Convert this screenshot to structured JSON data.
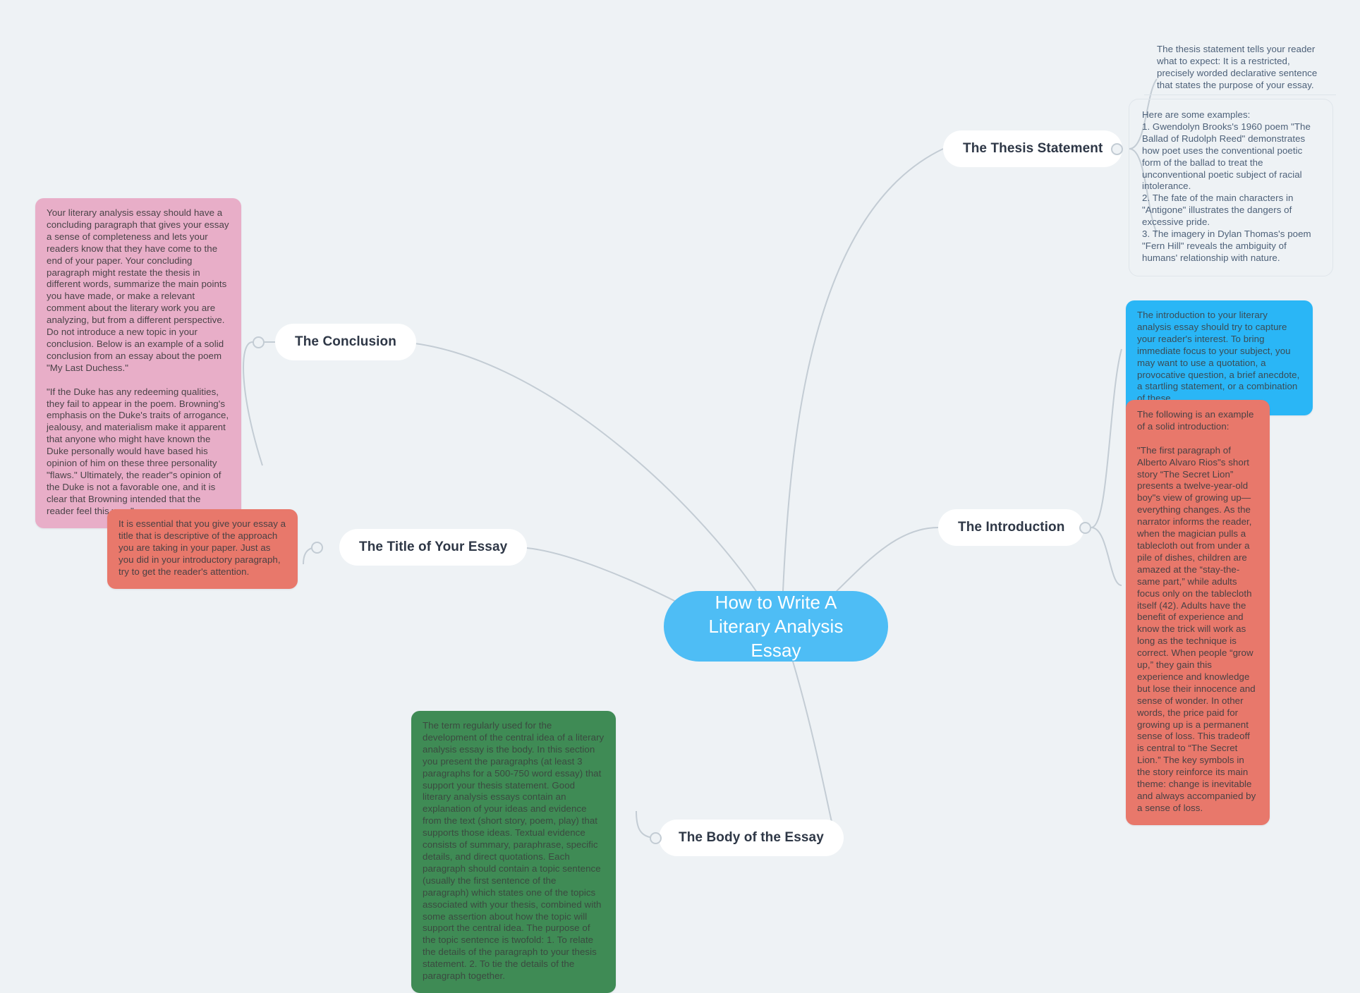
{
  "canvas": {
    "background_color": "#eef2f5",
    "connector_color": "#c3ccd4"
  },
  "root": {
    "label": "How to Write A Literary Analysis Essay",
    "color": "#4ebdf5",
    "text_color": "#ffffff"
  },
  "topics": [
    {
      "id": "thesis",
      "label": "The Thesis Statement"
    },
    {
      "id": "conclusion",
      "label": "The Conclusion"
    },
    {
      "id": "title",
      "label": "The Title of Your Essay"
    },
    {
      "id": "introduction",
      "label": "The Introduction"
    },
    {
      "id": "body",
      "label": "The Body of the Essay"
    }
  ],
  "notes": {
    "thesis_definition": {
      "style": "plain",
      "text": "The thesis statement tells your reader what to expect: It is a restricted, precisely worded declarative sentence that states the purpose of your essay."
    },
    "thesis_examples": {
      "style": "plain-bordered",
      "text": "Here are some examples:\n1. Gwendolyn Brooks's 1960 poem \"The Ballad of Rudolph Reed\" demonstrates how poet uses the conventional poetic form of the ballad to treat the unconventional poetic subject of racial intolerance.\n2. The fate of the main characters in \"Antigone\" illustrates the dangers of excessive pride.\n3. The imagery in Dylan Thomas's poem \"Fern Hill\" reveals the ambiguity of humans' relationship with nature."
    },
    "introduction_definition": {
      "style": "tinted",
      "color": "#2ab6f6",
      "text": "The introduction to your literary analysis essay should try to capture your reader's interest. To bring immediate focus to your subject, you may want to use a quotation, a provocative question, a brief anecdote, a startling statement, or a combination of these."
    },
    "introduction_example": {
      "style": "tinted",
      "color": "#e8786b",
      "text": "The following is an example of a solid introduction:\n\n\"The first paragraph of Alberto Alvaro Rios\"s short story “The Secret Lion” presents a twelve-year-old boy\"s view of growing up—everything changes. As the narrator informs the reader, when the magician pulls a tablecloth out from under a pile of dishes, children are amazed at the “stay-the-same part,” while adults focus only on the tablecloth itself (42). Adults have the benefit of experience and know the trick will work as long as the technique is correct. When people “grow up,” they gain this experience and knowledge but lose their innocence and sense of wonder. In other words, the price paid for growing up is a permanent sense of loss. This tradeoff is central to “The Secret Lion.” The key symbols in the story reinforce its main theme: change is inevitable and always accompanied by a sense of loss."
    },
    "conclusion_note": {
      "style": "tinted",
      "color": "#e8aec8",
      "text": "Your literary analysis essay should have a concluding paragraph that gives your essay a sense of completeness and lets your readers know that they have come to the end of your paper. Your concluding paragraph might restate the thesis in different words, summarize the main points you have made, or make a relevant comment about the literary work you are analyzing, but from a different perspective. Do not introduce a new topic in your conclusion. Below is an example of a solid conclusion from an essay about the poem \"My Last Duchess.\"\n\n\"If the Duke has any redeeming qualities, they fail to appear in the poem. Browning's emphasis on the Duke's traits of arrogance, jealousy, and materialism make it apparent that anyone who might have known the Duke personally would have based his opinion of him on these three personality \"flaws.\" Ultimately, the reader\"s opinion of the Duke is not a favorable one, and it is clear that Browning intended that the reader feel this way.\""
    },
    "title_note": {
      "style": "tinted",
      "color": "#e8786b",
      "text": "It is essential that you give your essay a title that is descriptive of the approach you are taking in your paper. Just as you did in your introductory paragraph, try to get the reader's attention."
    },
    "body_note": {
      "style": "tinted",
      "color": "#3f8b55",
      "text": "The term regularly used for the development of the central idea of a literary analysis essay is the body. In this section you present the paragraphs (at least 3 paragraphs for a 500-750 word essay) that support your thesis statement. Good literary analysis essays contain an explanation of your ideas and evidence from the text (short story, poem, play) that supports those ideas. Textual evidence consists of summary, paraphrase, specific details, and direct quotations. Each paragraph should contain a topic sentence (usually the first sentence of the paragraph) which states one of the topics associated with your thesis, combined with some assertion about how the topic will support the central idea. The purpose of the topic sentence is twofold: 1. To relate the details of the paragraph to your thesis statement. 2. To tie the details of the paragraph together."
    }
  }
}
